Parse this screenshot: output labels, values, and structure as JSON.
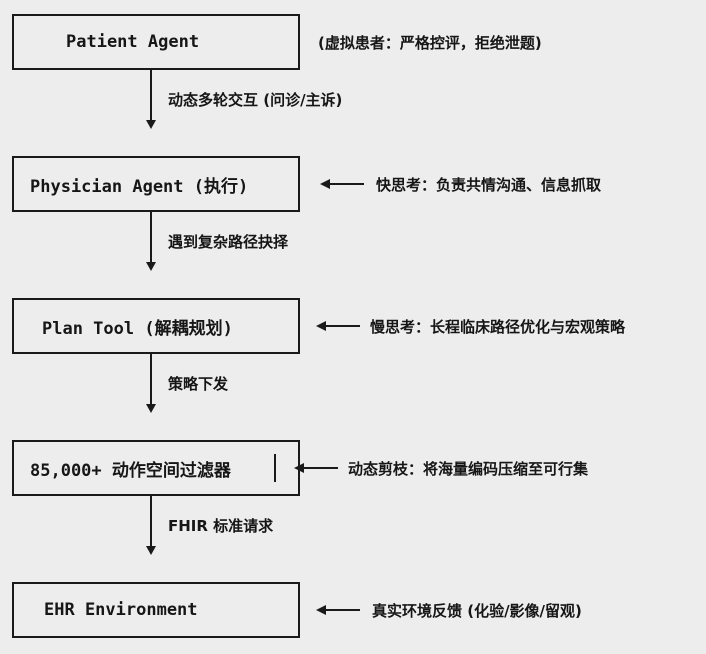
{
  "nodes": [
    {
      "label": "Patient Agent",
      "note": "(虚拟患者：严格控评，拒绝泄题)"
    },
    {
      "label": "Physician Agent (执行)",
      "note": "快思考：负责共情沟通、信息抓取"
    },
    {
      "label": "Plan Tool (解耦规划)",
      "note": "慢思考：长程临床路径优化与宏观策略"
    },
    {
      "label": "85,000+ 动作空间过滤器",
      "note": "动态剪枝：将海量编码压缩至可行集"
    },
    {
      "label": "EHR Environment",
      "note": "真实环境反馈 (化验/影像/留观)"
    }
  ],
  "edges": [
    {
      "label": "动态多轮交互 (问诊/主诉)"
    },
    {
      "label": "遇到复杂路径抉择"
    },
    {
      "label": "策略下发"
    },
    {
      "label": "FHIR 标准请求"
    }
  ]
}
